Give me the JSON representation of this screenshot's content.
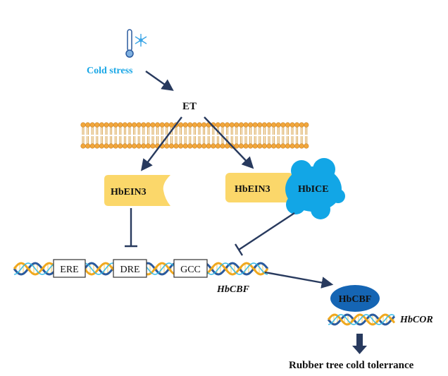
{
  "stimulus": {
    "label": "Cold stress",
    "icons": [
      "thermometer-icon",
      "snowflake-icon"
    ]
  },
  "hormone": {
    "label": "ET"
  },
  "proteins": {
    "ein3_left": "HbEIN3",
    "ein3_right": "HbEIN3",
    "ice": "HbICE",
    "cbf": "HbCBF"
  },
  "promoter_elements": [
    "ERE",
    "DRE",
    "GCC"
  ],
  "genes": {
    "cbf": "HbCBF",
    "cor": "HbCOR"
  },
  "outcome": {
    "label": "Rubber tree cold tolerrance"
  },
  "colors": {
    "stimulus_text": "#1aa7e6",
    "protein_yellow": "#fbd76a",
    "ice_blue": "#12a6e6",
    "cbf_blue": "#1565b4",
    "arrow": "#283a5e",
    "membrane_head": "#f2a63a",
    "dna_a": "#2a5a9e",
    "dna_b": "#f0a81e",
    "dna_c": "#30b7e6",
    "dna_d": "#f7cc55"
  }
}
